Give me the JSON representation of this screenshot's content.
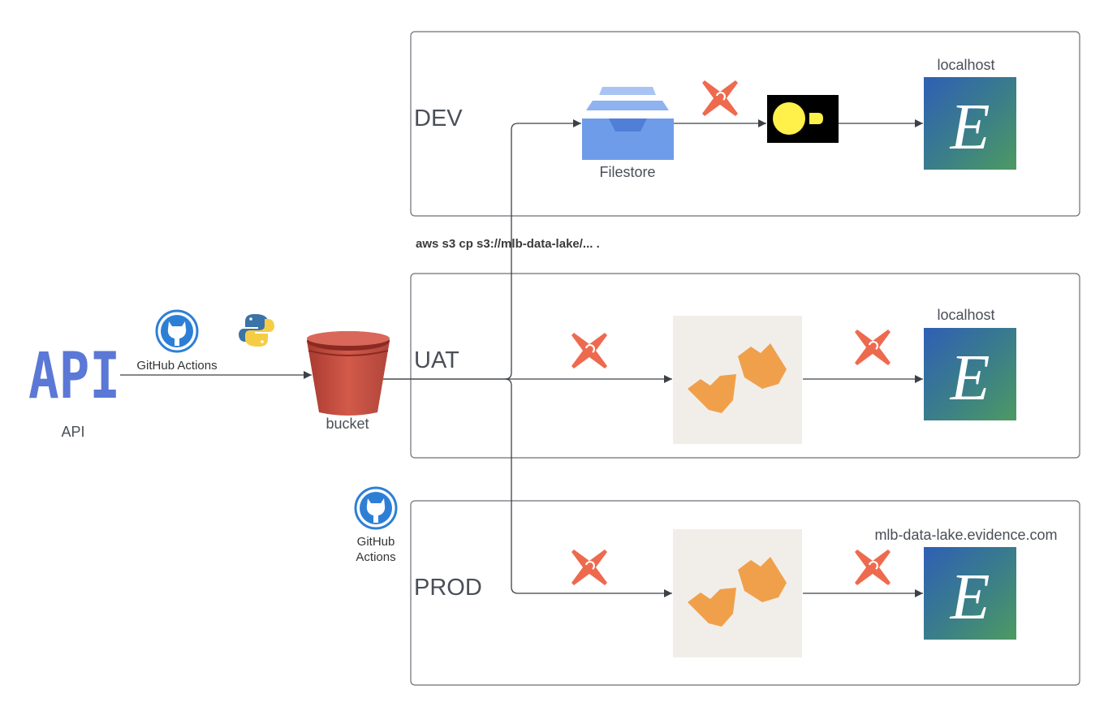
{
  "environments": {
    "dev": {
      "label": "DEV"
    },
    "uat": {
      "label": "UAT"
    },
    "prod": {
      "label": "PROD"
    }
  },
  "source": {
    "api_logo_text": "API",
    "api_label": "API",
    "github_actions_label": "GitHub Actions",
    "bucket_label": "bucket",
    "prod_github_actions_label_line1": "GitHub",
    "prod_github_actions_label_line2": "Actions"
  },
  "dev_lane": {
    "filestore_label": "Filestore",
    "host_label": "localhost"
  },
  "uat_lane": {
    "host_label": "localhost"
  },
  "prod_lane": {
    "host_label": "mlb-data-lake.evidence.com"
  },
  "command_label": "aws s3 cp s3://mlb-data-lake/... .",
  "evidence_logo_letter": "E",
  "colors": {
    "dbt_orange": "#ee6a4f",
    "duckdb_orange": "#f0a04b",
    "bucket_red": "#c64b3e",
    "github_blue": "#2d7fd6",
    "evidence_blue": "#2f5fb5",
    "evidence_green": "#4d9a62"
  },
  "icons": [
    "api-icon",
    "github-icon",
    "python-icon",
    "s3-bucket-icon",
    "dbt-icon",
    "filestore-icon",
    "datalens-icon",
    "duckdb-icon",
    "evidence-icon"
  ]
}
